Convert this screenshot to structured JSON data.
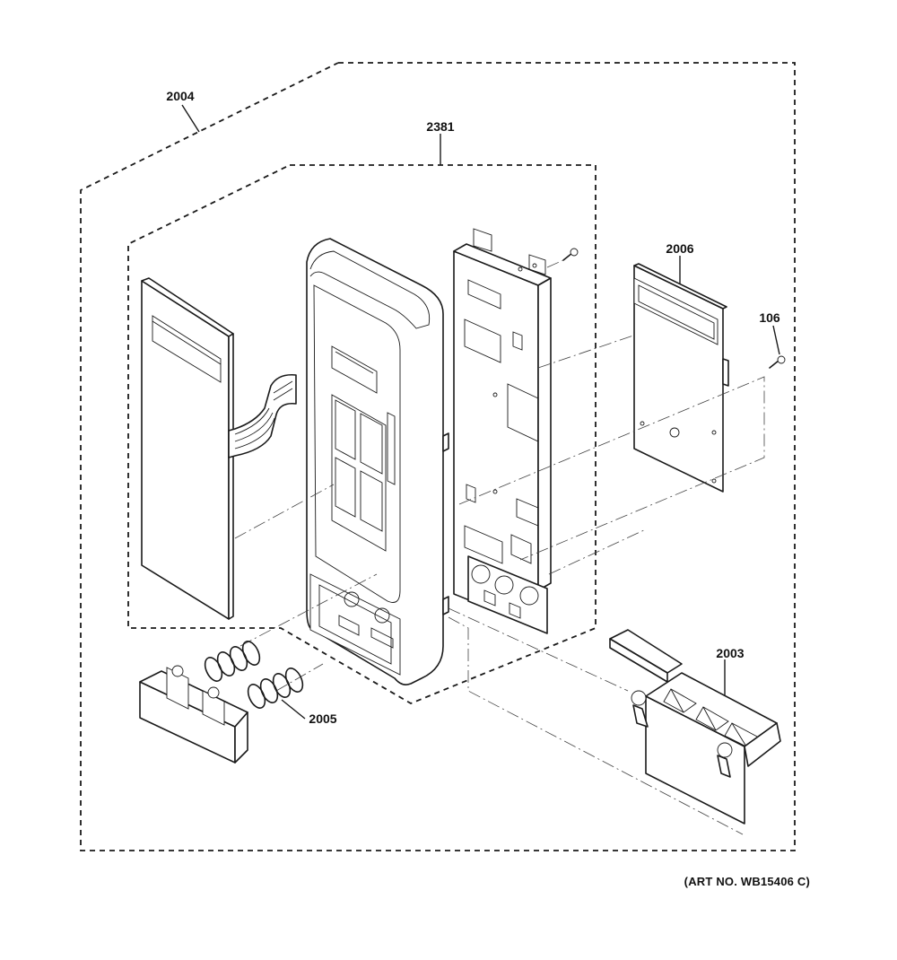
{
  "callouts": {
    "c2004": "2004",
    "c2381": "2381",
    "c2006": "2006",
    "c106": "106",
    "c2003": "2003",
    "c2005": "2005"
  },
  "art_number": "(ART NO. WB15406 C)"
}
